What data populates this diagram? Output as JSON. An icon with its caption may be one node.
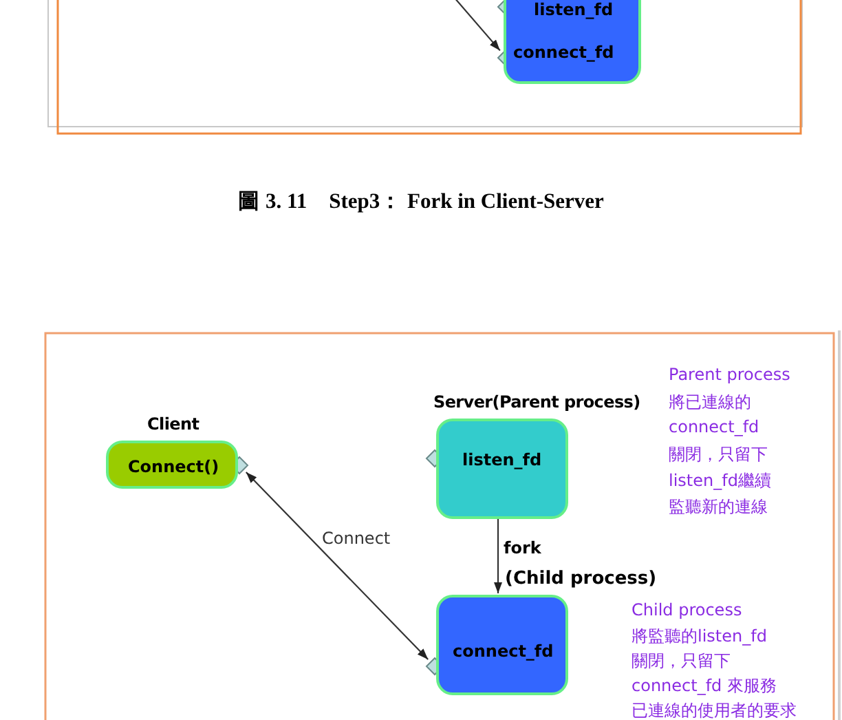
{
  "diagram": {
    "caption": "圖 3. 11　Step3： Fork in Client-Server",
    "nodes": [
      {
        "text": [
          "listen_fd",
          "connect_fd"
        ]
      },
      {
        "text": [
          "Client",
          "Connect()"
        ]
      },
      {
        "text": [
          "Server(Parent process)",
          "listen_fd"
        ]
      },
      {
        "text": [
          "connect_fd"
        ]
      }
    ],
    "edges": [
      {
        "from": null,
        "to": 0,
        "arrow": "to"
      },
      {
        "from": 1,
        "to": 3,
        "arrow": "both",
        "label": "Connect"
      },
      {
        "from": 2,
        "to": 3,
        "arrow": "to",
        "label": "fork"
      }
    ],
    "labels": [
      "(Child process)",
      "Parent process",
      "將已連線的",
      "connect_fd",
      "關閉，只留下",
      "listen_fd繼續",
      "監聽新的連線",
      "Child process",
      "將監聽的listen_fd",
      "關閉，只留下",
      "connect_fd 來服務",
      "已連線的使用者的要求"
    ]
  }
}
